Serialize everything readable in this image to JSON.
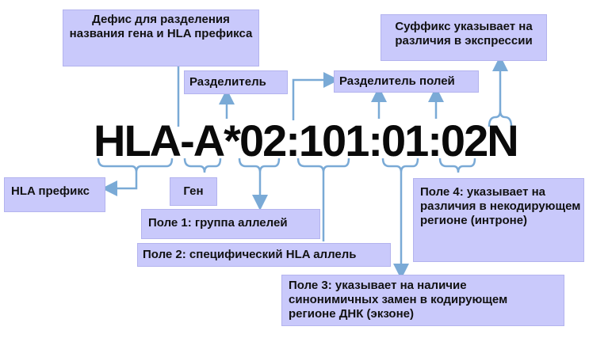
{
  "diagram": {
    "allele_code": "HLA-A*02:101:01:02N",
    "connector_color": "#7aaad6",
    "box_fill": "#c9c9fb",
    "labels": {
      "hyphen": "Дефис для разделения названия гена и HLA префикса",
      "separator": "Разделитель",
      "field_separator": "Разделитель полей",
      "suffix": "Суффикс указывает на различия в экспрессии",
      "hla_prefix": "HLA префикс",
      "gene": "Ген",
      "field1": "Поле 1: группа аллелей",
      "field2": "Поле 2: специфический HLA аллель",
      "field3": "Поле 3: указывает на наличие синонимичных замен в кодирующем регионе ДНК (экзоне)",
      "field4": "Поле 4: указывает на различия в некодирующем регионе (интроне)"
    }
  }
}
